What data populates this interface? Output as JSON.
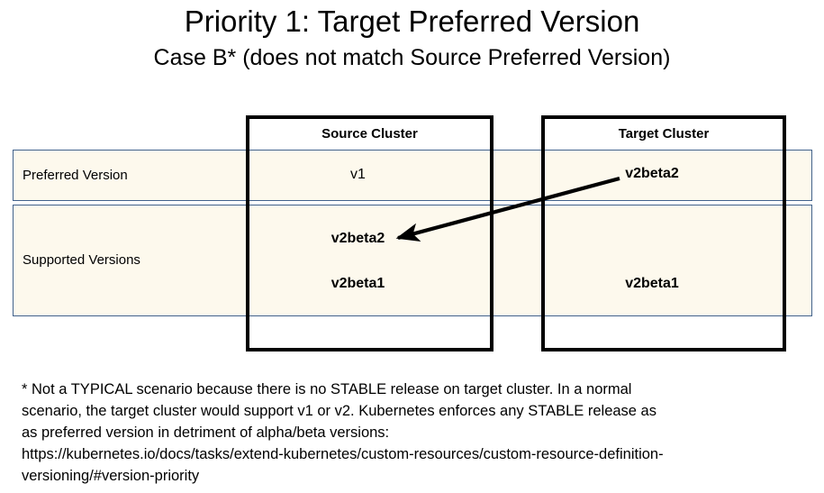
{
  "slide": {
    "title": "Priority 1: Target Preferred Version",
    "subtitle": "Case B* (does not match Source Preferred Version)"
  },
  "colors": {
    "row_fill": "#fdf9ed",
    "row_border": "#42628c",
    "box_border": "#000000",
    "text": "#000000",
    "arrow": "#000000"
  },
  "table": {
    "column_headers": {
      "source": "Source Cluster",
      "target": "Target Cluster"
    },
    "rows": [
      {
        "label": "Preferred Version",
        "source_values": [
          "v1"
        ],
        "target_values": [
          "v2beta2"
        ]
      },
      {
        "label": "Supported Versions",
        "source_values": [
          "v2beta2",
          "v2beta1"
        ],
        "target_values": [
          "v2beta1"
        ]
      }
    ]
  },
  "annotation": {
    "arrow_label": "target-preferred-to-source-supported-arrow",
    "from": "Target Cluster Preferred Version v2beta2",
    "to": "Source Cluster Supported Version v2beta2"
  },
  "footnote": {
    "line1": "* Not a TYPICAL scenario because there is no STABLE release on target cluster. In a normal",
    "line2": "scenario, the target cluster would support v1 or v2. Kubernetes enforces any STABLE release as",
    "line3": "as preferred version in detriment of alpha/beta versions:",
    "url_line1": "https://kubernetes.io/docs/tasks/extend-kubernetes/custom-resources/custom-resource-definition-",
    "url_line2": "versioning/#version-priority"
  }
}
